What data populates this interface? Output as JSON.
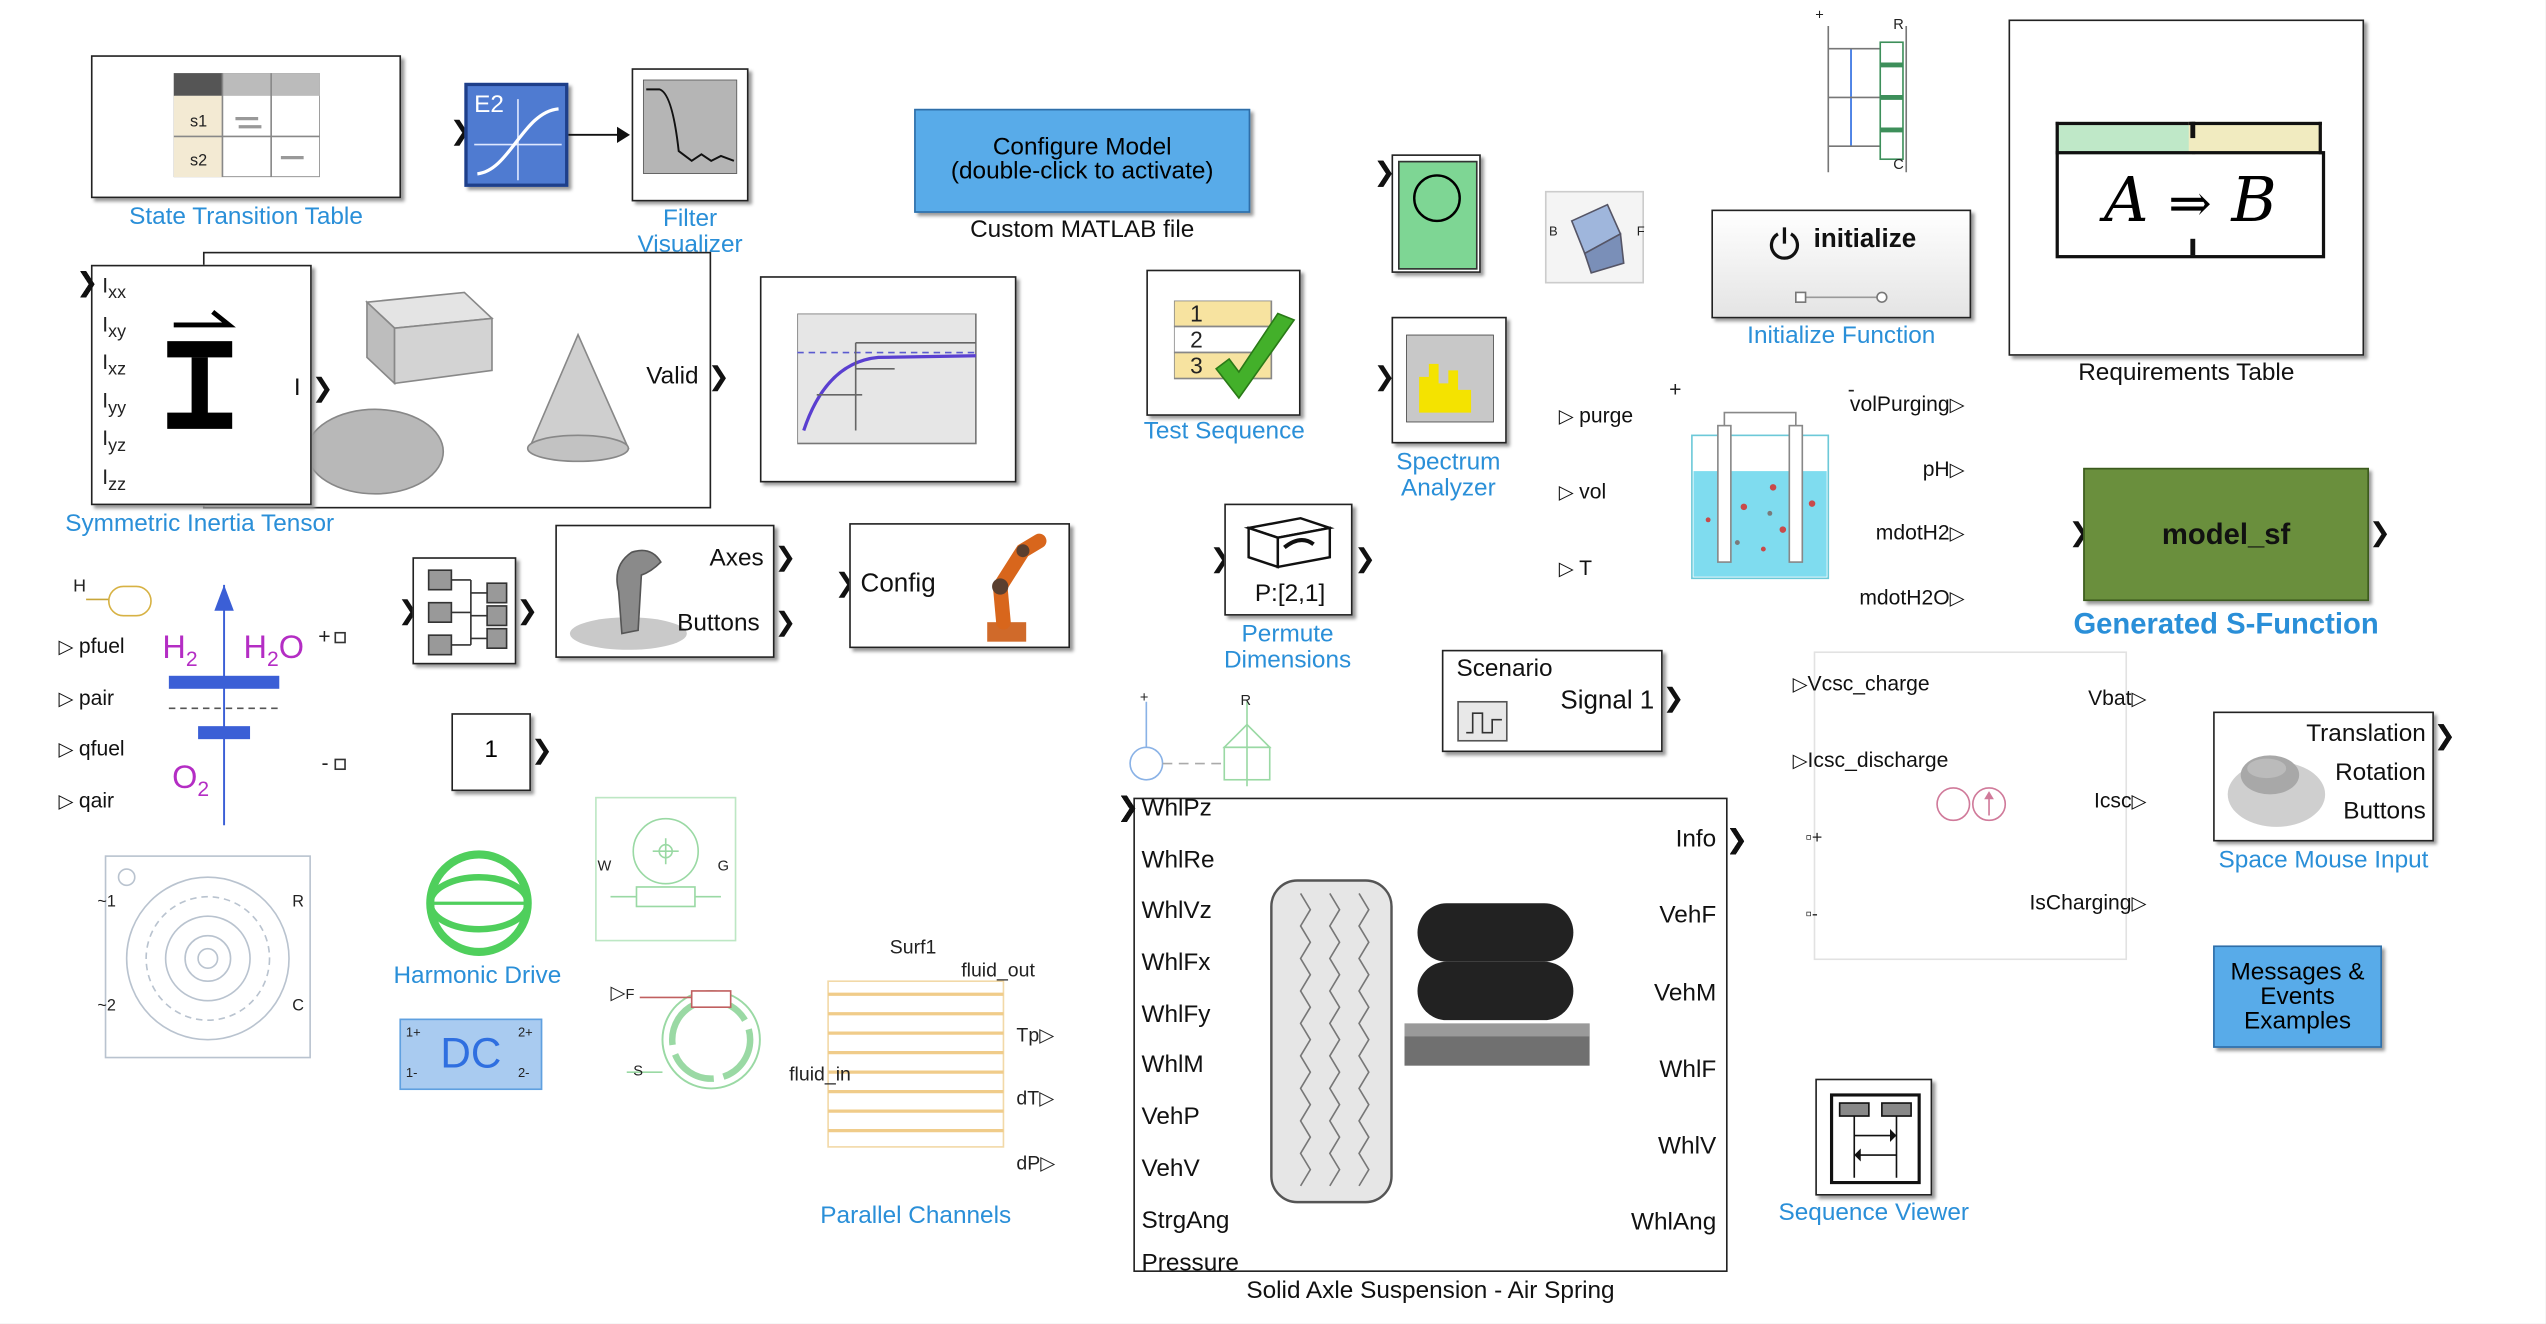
{
  "canvas": {
    "background": "#ffffff",
    "frame": "#000000",
    "accent_blue": "#2a8fd8"
  },
  "state_transition_table": {
    "label": "State Transition Table",
    "s1": "s1",
    "s2": "s2"
  },
  "e2_block": {
    "text": "E2"
  },
  "filter_visualizer": {
    "label_line1": "Filter",
    "label_line2": "Visualizer"
  },
  "configure_model": {
    "line1": "Configure Model",
    "line2": "(double-click to activate)",
    "caption": "Custom MATLAB file",
    "color": "#58abe9"
  },
  "inertia_tensor": {
    "label": "Symmetric Inertia Tensor",
    "ports": [
      "xx",
      "xy",
      "xz",
      "yy",
      "yz",
      "zz"
    ],
    "port_prefix": "I",
    "out_port": "I"
  },
  "shapes_block": {
    "out_port": "Valid"
  },
  "test_sequence": {
    "label": "Test Sequence",
    "rows": [
      "1",
      "2",
      "3"
    ]
  },
  "spectrum_analyzer": {
    "label_line1": "Spectrum",
    "label_line2": "Analyzer"
  },
  "pem_block": {
    "prefix": "P:",
    "dims": "[2,1]",
    "label_line1": "Permute",
    "label_line2": "Dimensions"
  },
  "initialize_function": {
    "text": "initialize",
    "label": "Initialize Function"
  },
  "requirements_table": {
    "label": "Requirements Table",
    "formula_a": "A",
    "formula_arrow": "⇒",
    "formula_b": "B"
  },
  "joystick": {
    "port1": "Axes",
    "port2": "Buttons"
  },
  "robot": {
    "port": "Config"
  },
  "fuel_cell": {
    "inputs": [
      "pfuel",
      "pair",
      "qfuel",
      "qair"
    ],
    "h2": "H",
    "h2_sub": "2",
    "h2o": "H",
    "h2o_sub": "2",
    "h2o_o": "O",
    "o2": "O",
    "o2_sub": "2",
    "h_port": "H",
    "plus": "+",
    "minus": "-"
  },
  "constant": {
    "value": "1"
  },
  "electrolyzer": {
    "inputs": [
      "purge",
      "vol",
      "T"
    ],
    "outputs": [
      "volPurging",
      "pH",
      "mdotH2",
      "mdotH2O"
    ],
    "plus": "+",
    "minus": "-"
  },
  "generated_sfunction": {
    "text": "model_sf",
    "label": "Generated S-Function",
    "color": "#6a8f3d"
  },
  "scenario": {
    "title": "Scenario",
    "out_port": "Signal 1"
  },
  "supercap": {
    "inputs": [
      "Vcsc_charge",
      "Icsc_discharge"
    ],
    "outputs": [
      "Vbat",
      "Icsc",
      "IsCharging"
    ],
    "plus": "+",
    "minus": "-"
  },
  "space_mouse": {
    "label": "Space Mouse Input",
    "ports": [
      "Translation",
      "Rotation",
      "Buttons"
    ]
  },
  "messages_events": {
    "line1": "Messages &",
    "line2": "Events",
    "line3": "Examples",
    "color": "#58abe9"
  },
  "motor": {
    "ports_left": [
      "~1",
      "~2"
    ],
    "ports_right": [
      "R",
      "C"
    ]
  },
  "harmonic_drive": {
    "label": "Harmonic Drive"
  },
  "dc_block": {
    "text": "DC",
    "pins": [
      "1+",
      "1-",
      "2+",
      "2-"
    ],
    "color": "#a9cbf0"
  },
  "gear_block": {
    "ports": [
      "W",
      "G"
    ]
  },
  "brake_block": {
    "ports": [
      "F",
      "S"
    ]
  },
  "parallel_channels": {
    "label": "Parallel Channels",
    "ports": [
      "Surf1",
      "fluid_out",
      "fluid_in",
      "Tp",
      "dT",
      "dP"
    ]
  },
  "suspension": {
    "caption": "Solid Axle Suspension - Air Spring",
    "inputs": [
      "WhlPz",
      "WhlRe",
      "WhlVz",
      "WhlFx",
      "WhlFy",
      "WhlM",
      "VehP",
      "VehV",
      "StrgAng",
      "Pressure"
    ],
    "outputs": [
      "Info",
      "VehF",
      "VehM",
      "WhlF",
      "WhlV",
      "WhlAng"
    ]
  },
  "sequence_viewer": {
    "label": "Sequence Viewer"
  },
  "sensor_block": {
    "plus": "+",
    "r": "R"
  },
  "physical_block": {
    "b": "B",
    "f": "F"
  },
  "switch_bank": {
    "plus": "+",
    "r": "R",
    "c": "C"
  },
  "icons": [
    "state-table-icon",
    "transfer-function-icon",
    "filter-response-icon",
    "step-response-icon",
    "checkmark-icon",
    "spectrum-icon",
    "cube-permute-icon",
    "power-icon",
    "joystick-icon",
    "robot-arm-icon",
    "bus-selector-icon",
    "tire-icon",
    "air-spring-icon",
    "gear-icon"
  ]
}
